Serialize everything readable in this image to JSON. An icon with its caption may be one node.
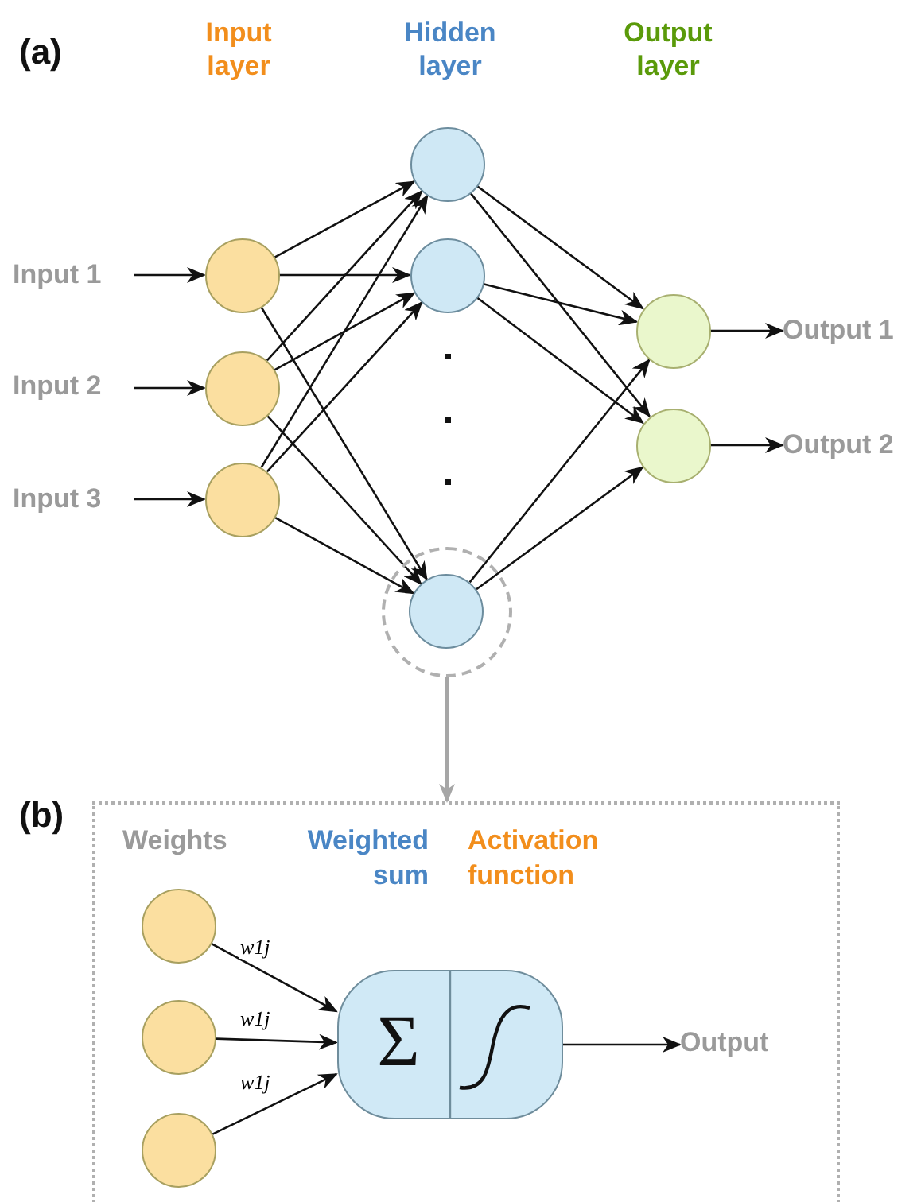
{
  "diagram": {
    "nodes": [
      {
        "text": [
          "Input 1"
        ]
      },
      {
        "text": [
          "Input 2"
        ]
      },
      {
        "text": [
          "Input 3"
        ]
      },
      {
        "text": [],
        "shape": "circle"
      },
      {
        "text": [],
        "shape": "circle"
      },
      {
        "text": [],
        "shape": "circle"
      },
      {
        "text": [],
        "shape": "circle"
      },
      {
        "text": [],
        "shape": "circle"
      },
      {
        "text": [],
        "shape": "circle"
      },
      {
        "text": [],
        "shape": "circle",
        "in": 8
      },
      {
        "text": [],
        "shape": "circle"
      },
      {
        "text": [],
        "shape": "circle"
      },
      {
        "text": [
          "Output 1"
        ]
      },
      {
        "text": [
          "Output 2"
        ]
      },
      {
        "text": [
          "Weights",
          "Weighted sum",
          "Activation function"
        ]
      },
      {
        "text": [],
        "shape": "circle",
        "in": 14
      },
      {
        "text": [],
        "shape": "circle",
        "in": 14
      },
      {
        "text": [],
        "shape": "circle",
        "in": 14
      },
      {
        "text": [
          "Σ"
        ],
        "in": 14
      },
      {
        "text": [
          "Output"
        ],
        "in": 14
      }
    ],
    "edges": [
      {
        "from": 0,
        "to": 3,
        "arrow": "to"
      },
      {
        "from": 1,
        "to": 4,
        "arrow": "to"
      },
      {
        "from": 2,
        "to": 5,
        "arrow": "to"
      },
      {
        "from": 3,
        "to": 6,
        "arrow": "to"
      },
      {
        "from": 3,
        "to": 7,
        "arrow": "to"
      },
      {
        "from": 3,
        "to": 9,
        "arrow": "to"
      },
      {
        "from": 4,
        "to": 6,
        "arrow": "to"
      },
      {
        "from": 4,
        "to": 7,
        "arrow": "to"
      },
      {
        "from": 4,
        "to": 9,
        "arrow": "to"
      },
      {
        "from": 5,
        "to": 6,
        "arrow": "to"
      },
      {
        "from": 5,
        "to": 7,
        "arrow": "to"
      },
      {
        "from": 5,
        "to": 9,
        "arrow": "to"
      },
      {
        "from": 6,
        "to": 10,
        "arrow": "to"
      },
      {
        "from": 6,
        "to": 11,
        "arrow": "to"
      },
      {
        "from": 7,
        "to": 10,
        "arrow": "to"
      },
      {
        "from": 7,
        "to": 11,
        "arrow": "to"
      },
      {
        "from": 9,
        "to": 10,
        "arrow": "to"
      },
      {
        "from": 9,
        "to": 11,
        "arrow": "to"
      },
      {
        "from": 10,
        "to": 12,
        "arrow": "to"
      },
      {
        "from": 11,
        "to": 13,
        "arrow": "to"
      },
      {
        "from": 8,
        "to": 14,
        "arrow": "to",
        "color": "#a6a6a6"
      },
      {
        "from": 15,
        "to": 18,
        "arrow": "to",
        "label": "w1j"
      },
      {
        "from": 16,
        "to": 18,
        "arrow": "to",
        "label": "w1j"
      },
      {
        "from": 17,
        "to": 18,
        "arrow": "to",
        "label": "w1j"
      },
      {
        "from": 18,
        "to": 19,
        "arrow": "to"
      }
    ],
    "labels": [
      "(a)",
      "Input layer",
      "Hidden layer",
      "Output layer",
      "(b)"
    ]
  }
}
